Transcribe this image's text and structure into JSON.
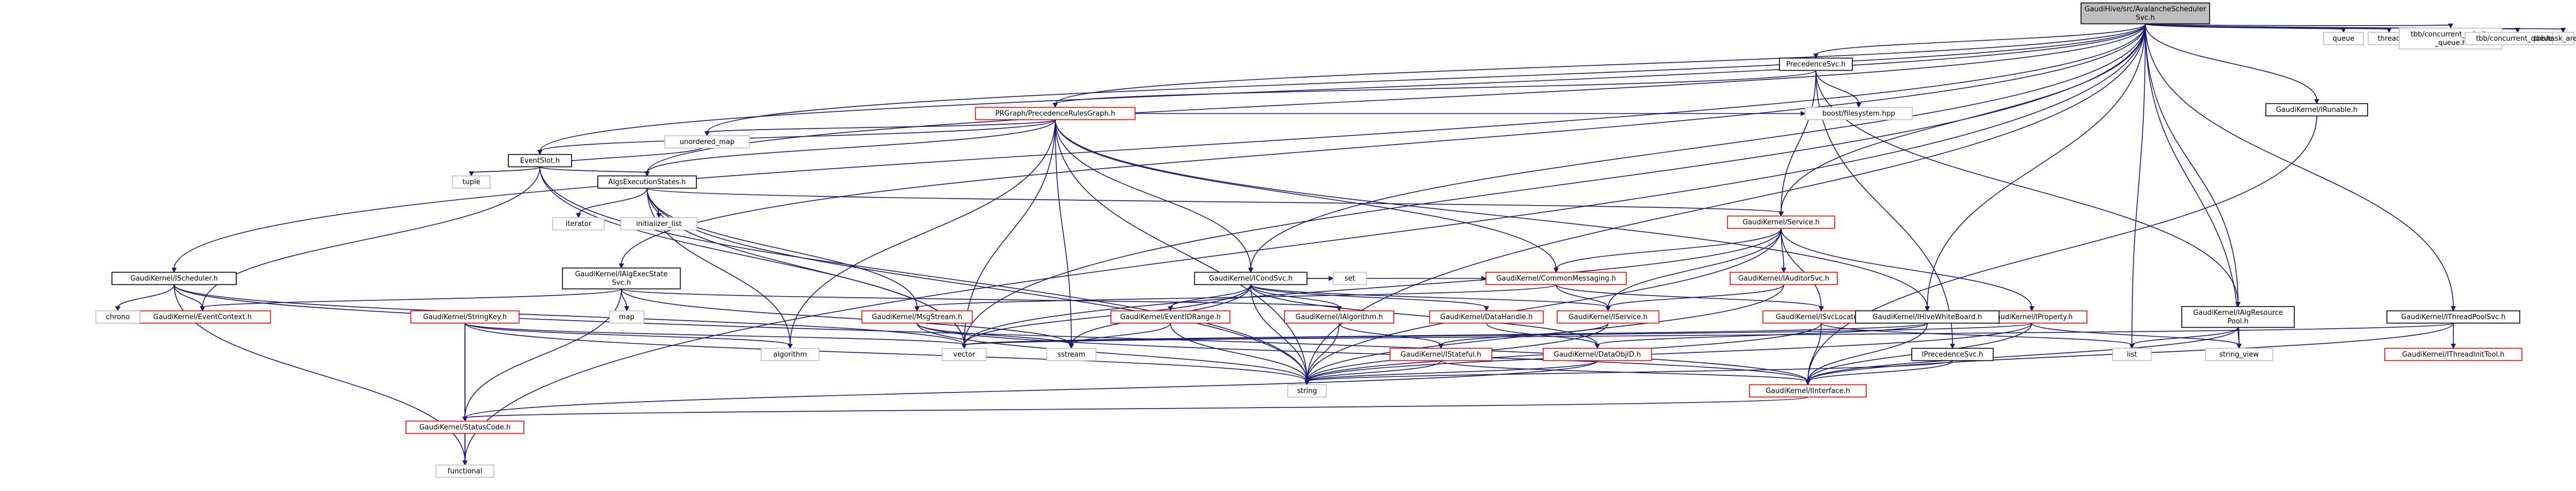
{
  "diagram": {
    "kind": "include-dependency-graph",
    "colors": {
      "edge": "#191970",
      "root_fill": "#bfbfbf",
      "documented_border": "#000000",
      "truncated_border": "#ff0000",
      "external_border": "#bfbfbf",
      "background": "#ffffff"
    },
    "nodes": [
      {
        "id": "root",
        "lines": [
          "GaudiHive/src/AvalancheScheduler",
          "Svc.h"
        ],
        "kind": "root"
      },
      {
        "id": "precedencesvc",
        "lines": [
          "PrecedenceSvc.h"
        ],
        "kind": "documented"
      },
      {
        "id": "prgraph",
        "lines": [
          "PRGraph/PrecedenceRulesGraph.h"
        ],
        "kind": "truncated"
      },
      {
        "id": "eventslot",
        "lines": [
          "EventSlot.h"
        ],
        "kind": "documented"
      },
      {
        "id": "algoexecstates",
        "lines": [
          "AlgsExecutionStates.h"
        ],
        "kind": "documented"
      },
      {
        "id": "ischeduler",
        "lines": [
          "GaudiKernel/IScheduler.h"
        ],
        "kind": "documented"
      },
      {
        "id": "ialgexecstatesvc",
        "lines": [
          "GaudiKernel/IAlgExecState",
          "Svc.h"
        ],
        "kind": "documented"
      },
      {
        "id": "iconditionsvc",
        "lines": [
          "GaudiKernel/ICondSvc.h"
        ],
        "kind": "documented"
      },
      {
        "id": "service",
        "lines": [
          "GaudiKernel/Service.h"
        ],
        "kind": "truncated"
      },
      {
        "id": "commonmessaging",
        "lines": [
          "GaudiKernel/CommonMessaging.h"
        ],
        "kind": "truncated"
      },
      {
        "id": "iauditorsvc",
        "lines": [
          "GaudiKernel/IAuditorSvc.h"
        ],
        "kind": "truncated"
      },
      {
        "id": "isvclocator",
        "lines": [
          "GaudiKernel/ISvcLocator.h"
        ],
        "kind": "truncated"
      },
      {
        "id": "iproperty",
        "lines": [
          "GaudiKernel/IProperty.h"
        ],
        "kind": "truncated"
      },
      {
        "id": "iservice",
        "lines": [
          "GaudiKernel/IService.h"
        ],
        "kind": "truncated"
      },
      {
        "id": "ihivewhiteboard",
        "lines": [
          "GaudiKernel/IHiveWhiteBoard.h"
        ],
        "kind": "documented"
      },
      {
        "id": "irunable",
        "lines": [
          "GaudiKernel/IRunable.h"
        ],
        "kind": "documented"
      },
      {
        "id": "iaccelerator",
        "lines": [
          "GaudiKernel/IAlgResource",
          "Pool.h"
        ],
        "kind": "documented"
      },
      {
        "id": "ithreadpoolsvc",
        "lines": [
          "GaudiKernel/IThreadPoolSvc.h"
        ],
        "kind": "documented"
      },
      {
        "id": "ithreadinittool",
        "lines": [
          "GaudiKernel/IThreadInitTool.h"
        ],
        "kind": "truncated"
      },
      {
        "id": "ieventcontext",
        "lines": [
          "GaudiKernel/EventContext.h"
        ],
        "kind": "truncated"
      },
      {
        "id": "msgstream",
        "lines": [
          "GaudiKernel/MsgStream.h"
        ],
        "kind": "truncated"
      },
      {
        "id": "stringkey",
        "lines": [
          "GaudiKernel/StringKey.h"
        ],
        "kind": "truncated"
      },
      {
        "id": "eventidrange",
        "lines": [
          "GaudiKernel/EventIDRange.h"
        ],
        "kind": "truncated"
      },
      {
        "id": "ialgorithm",
        "lines": [
          "GaudiKernel/IAlgorithm.h"
        ],
        "kind": "truncated"
      },
      {
        "id": "datahandle",
        "lines": [
          "GaudiKernel/DataHandle.h"
        ],
        "kind": "truncated"
      },
      {
        "id": "istateful",
        "lines": [
          "GaudiKernel/IStateful.h"
        ],
        "kind": "truncated"
      },
      {
        "id": "dataobjid",
        "lines": [
          "GaudiKernel/DataObjID.h"
        ],
        "kind": "truncated"
      },
      {
        "id": "iprecedencesvc",
        "lines": [
          "IPrecedenceSvc.h"
        ],
        "kind": "documented"
      },
      {
        "id": "iinterface",
        "lines": [
          "GaudiKernel/IInterface.h"
        ],
        "kind": "truncated"
      },
      {
        "id": "statuscode",
        "lines": [
          "GaudiKernel/StatusCode.h"
        ],
        "kind": "truncated"
      },
      {
        "id": "functional",
        "lines": [
          "functional"
        ],
        "kind": "external"
      },
      {
        "id": "string",
        "lines": [
          "string"
        ],
        "kind": "external"
      },
      {
        "id": "vector",
        "lines": [
          "vector"
        ],
        "kind": "external"
      },
      {
        "id": "algorithm",
        "lines": [
          "algorithm"
        ],
        "kind": "external"
      },
      {
        "id": "sstream",
        "lines": [
          "sstream"
        ],
        "kind": "external"
      },
      {
        "id": "list",
        "lines": [
          "list"
        ],
        "kind": "external"
      },
      {
        "id": "string_view",
        "lines": [
          "string_view"
        ],
        "kind": "external"
      },
      {
        "id": "set",
        "lines": [
          "set"
        ],
        "kind": "external"
      },
      {
        "id": "map",
        "lines": [
          "map"
        ],
        "kind": "external"
      },
      {
        "id": "chrono",
        "lines": [
          "chrono"
        ],
        "kind": "external"
      },
      {
        "id": "iterator",
        "lines": [
          "iterator"
        ],
        "kind": "external"
      },
      {
        "id": "initializer_list",
        "lines": [
          "initializer_list"
        ],
        "kind": "external"
      },
      {
        "id": "tuple",
        "lines": [
          "tuple"
        ],
        "kind": "external"
      },
      {
        "id": "unordered_map",
        "lines": [
          "unordered_map"
        ],
        "kind": "external"
      },
      {
        "id": "boostfs",
        "lines": [
          "boost/filesystem.hpp"
        ],
        "kind": "external"
      },
      {
        "id": "queue",
        "lines": [
          "queue"
        ],
        "kind": "external"
      },
      {
        "id": "thread",
        "lines": [
          "thread"
        ],
        "kind": "external"
      },
      {
        "id": "tbbcpq",
        "lines": [
          "tbb/concurrent_priority",
          "_queue.h"
        ],
        "kind": "external"
      },
      {
        "id": "tbbcq",
        "lines": [
          "tbb/concurrent_queue.h"
        ],
        "kind": "external"
      },
      {
        "id": "tbbta",
        "lines": [
          "tbb/task_arena.h"
        ],
        "kind": "external"
      }
    ],
    "edges": [
      [
        "root",
        "precedencesvc"
      ],
      [
        "root",
        "prgraph"
      ],
      [
        "root",
        "eventslot"
      ],
      [
        "root",
        "algoexecstates"
      ],
      [
        "root",
        "ischeduler"
      ],
      [
        "root",
        "ialgexecstatesvc"
      ],
      [
        "root",
        "iconditionsvc"
      ],
      [
        "root",
        "service"
      ],
      [
        "root",
        "ihivewhiteboard"
      ],
      [
        "root",
        "irunable"
      ],
      [
        "root",
        "iaccelerator"
      ],
      [
        "root",
        "ithreadpoolsvc"
      ],
      [
        "root",
        "functional"
      ],
      [
        "root",
        "string"
      ],
      [
        "root",
        "vector"
      ],
      [
        "root",
        "unordered_map"
      ],
      [
        "root",
        "queue"
      ],
      [
        "root",
        "thread"
      ],
      [
        "root",
        "tbbcpq"
      ],
      [
        "root",
        "tbbcq"
      ],
      [
        "root",
        "tbbta"
      ],
      [
        "root",
        "string_view"
      ],
      [
        "root",
        "list"
      ],
      [
        "precedencesvc",
        "prgraph"
      ],
      [
        "precedencesvc",
        "service"
      ],
      [
        "precedencesvc",
        "boostfs"
      ],
      [
        "precedencesvc",
        "iprecedencesvc"
      ],
      [
        "precedencesvc",
        "iaccelerator"
      ],
      [
        "prgraph",
        "eventslot"
      ],
      [
        "prgraph",
        "algoexecstates"
      ],
      [
        "prgraph",
        "iconditionsvc"
      ],
      [
        "prgraph",
        "commonmessaging"
      ],
      [
        "prgraph",
        "ihivewhiteboard"
      ],
      [
        "prgraph",
        "boostfs"
      ],
      [
        "prgraph",
        "unordered_map"
      ],
      [
        "prgraph",
        "vector"
      ],
      [
        "prgraph",
        "sstream"
      ],
      [
        "prgraph",
        "string"
      ],
      [
        "prgraph",
        "algorithm"
      ],
      [
        "eventslot",
        "algoexecstates"
      ],
      [
        "eventslot",
        "ieventcontext"
      ],
      [
        "eventslot",
        "unordered_map"
      ],
      [
        "eventslot",
        "tuple"
      ],
      [
        "eventslot",
        "vector"
      ],
      [
        "eventslot",
        "string"
      ],
      [
        "algoexecstates",
        "service"
      ],
      [
        "algoexecstates",
        "msgstream"
      ],
      [
        "algoexecstates",
        "iterator"
      ],
      [
        "algoexecstates",
        "initializer_list"
      ],
      [
        "algoexecstates",
        "string"
      ],
      [
        "algoexecstates",
        "vector"
      ],
      [
        "algoexecstates",
        "algorithm"
      ],
      [
        "ischeduler",
        "ieventcontext"
      ],
      [
        "ischeduler",
        "iinterface"
      ],
      [
        "ischeduler",
        "chrono"
      ],
      [
        "ischeduler",
        "functional"
      ],
      [
        "ischeduler",
        "vector"
      ],
      [
        "ialgexecstatesvc",
        "ieventcontext"
      ],
      [
        "ialgexecstatesvc",
        "ialgorithm"
      ],
      [
        "ialgexecstatesvc",
        "map"
      ],
      [
        "ialgexecstatesvc",
        "sstream"
      ],
      [
        "ialgexecstatesvc",
        "statuscode"
      ],
      [
        "iconditionsvc",
        "commonmessaging"
      ],
      [
        "iconditionsvc",
        "eventidrange"
      ],
      [
        "iconditionsvc",
        "ialgorithm"
      ],
      [
        "iconditionsvc",
        "datahandle"
      ],
      [
        "iconditionsvc",
        "dataobjid"
      ],
      [
        "iconditionsvc",
        "iservice"
      ],
      [
        "iconditionsvc",
        "set"
      ],
      [
        "iconditionsvc",
        "sstream"
      ],
      [
        "iconditionsvc",
        "string"
      ],
      [
        "iconditionsvc",
        "vector"
      ],
      [
        "service",
        "commonmessaging"
      ],
      [
        "service",
        "iauditorsvc"
      ],
      [
        "service",
        "isvclocator"
      ],
      [
        "service",
        "iproperty"
      ],
      [
        "service",
        "iservice"
      ],
      [
        "service",
        "string"
      ],
      [
        "service",
        "vector"
      ],
      [
        "commonmessaging",
        "msgstream"
      ],
      [
        "commonmessaging",
        "iservice"
      ],
      [
        "commonmessaging",
        "isvclocator"
      ],
      [
        "iauditorsvc",
        "iservice"
      ],
      [
        "iauditorsvc",
        "string"
      ],
      [
        "isvclocator",
        "iinterface"
      ],
      [
        "isvclocator",
        "string"
      ],
      [
        "isvclocator",
        "list"
      ],
      [
        "iproperty",
        "iinterface"
      ],
      [
        "iproperty",
        "string"
      ],
      [
        "iproperty",
        "vector"
      ],
      [
        "iproperty",
        "string_view"
      ],
      [
        "iservice",
        "istateful"
      ],
      [
        "iservice",
        "string"
      ],
      [
        "ihivewhiteboard",
        "iinterface"
      ],
      [
        "ihivewhiteboard",
        "dataobjid"
      ],
      [
        "ihivewhiteboard",
        "vector"
      ],
      [
        "irunable",
        "iinterface"
      ],
      [
        "iaccelerator",
        "iinterface"
      ],
      [
        "iaccelerator",
        "list"
      ],
      [
        "iaccelerator",
        "string_view"
      ],
      [
        "ithreadpoolsvc",
        "ithreadinittool"
      ],
      [
        "ithreadpoolsvc",
        "iinterface"
      ],
      [
        "ithreadpoolsvc",
        "vector"
      ],
      [
        "msgstream",
        "string"
      ],
      [
        "msgstream",
        "sstream"
      ],
      [
        "msgstream",
        "iinterface"
      ],
      [
        "stringkey",
        "string"
      ],
      [
        "stringkey",
        "vector"
      ],
      [
        "stringkey",
        "functional"
      ],
      [
        "stringkey",
        "statuscode"
      ],
      [
        "stringkey",
        "algorithm"
      ],
      [
        "eventidrange",
        "string"
      ],
      [
        "eventidrange",
        "sstream"
      ],
      [
        "ialgorithm",
        "istateful"
      ],
      [
        "ialgorithm",
        "string"
      ],
      [
        "datahandle",
        "dataobjid"
      ],
      [
        "istateful",
        "iinterface"
      ],
      [
        "istateful",
        "string"
      ],
      [
        "dataobjid",
        "string"
      ],
      [
        "dataobjid",
        "statuscode"
      ],
      [
        "iprecedencesvc",
        "iinterface"
      ],
      [
        "iprecedencesvc",
        "string"
      ],
      [
        "iinterface",
        "statuscode"
      ],
      [
        "statuscode",
        "functional"
      ]
    ]
  }
}
